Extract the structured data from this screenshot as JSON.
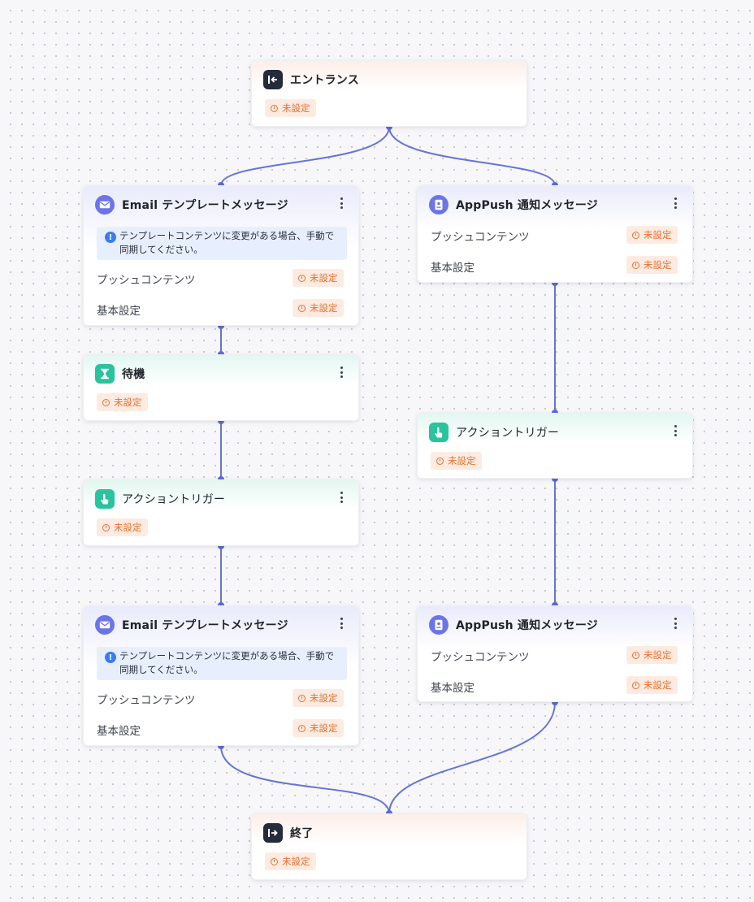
{
  "status": {
    "unset": "未設定"
  },
  "nodes": {
    "entrance": {
      "title": "エントランス",
      "icon": "entrance-icon"
    },
    "email1": {
      "title": "Email テンプレートメッセージ",
      "icon": "email-icon",
      "notice": "テンプレートコンテンツに変更がある場合、手動で同期してください。",
      "row1": "プッシュコンテンツ",
      "row2": "基本設定"
    },
    "apppush1": {
      "title": "AppPush 通知メッセージ",
      "icon": "app-push-icon",
      "row1": "プッシュコンテンツ",
      "row2": "基本設定"
    },
    "wait": {
      "title": "待機",
      "icon": "hourglass-icon"
    },
    "trigger_left": {
      "title": "アクショントリガー",
      "icon": "tap-hand-icon"
    },
    "trigger_right": {
      "title": "アクショントリガー",
      "icon": "tap-hand-icon"
    },
    "email2": {
      "title": "Email テンプレートメッセージ",
      "icon": "email-icon",
      "notice": "テンプレートコンテンツに変更がある場合、手動で同期してください。",
      "row1": "プッシュコンテンツ",
      "row2": "基本設定"
    },
    "apppush2": {
      "title": "AppPush 通知メッセージ",
      "icon": "app-push-icon",
      "row1": "プッシュコンテンツ",
      "row2": "基本設定"
    },
    "end": {
      "title": "終了",
      "icon": "exit-icon"
    }
  },
  "colors": {
    "edge": "#6574d6",
    "status_bg": "#fdebe2",
    "status_text": "#e8702a",
    "notice_bg": "#e7efff",
    "email_icon": "#6b74e8",
    "trigger_icon": "#29c39d",
    "dark_icon": "#242b3a"
  }
}
